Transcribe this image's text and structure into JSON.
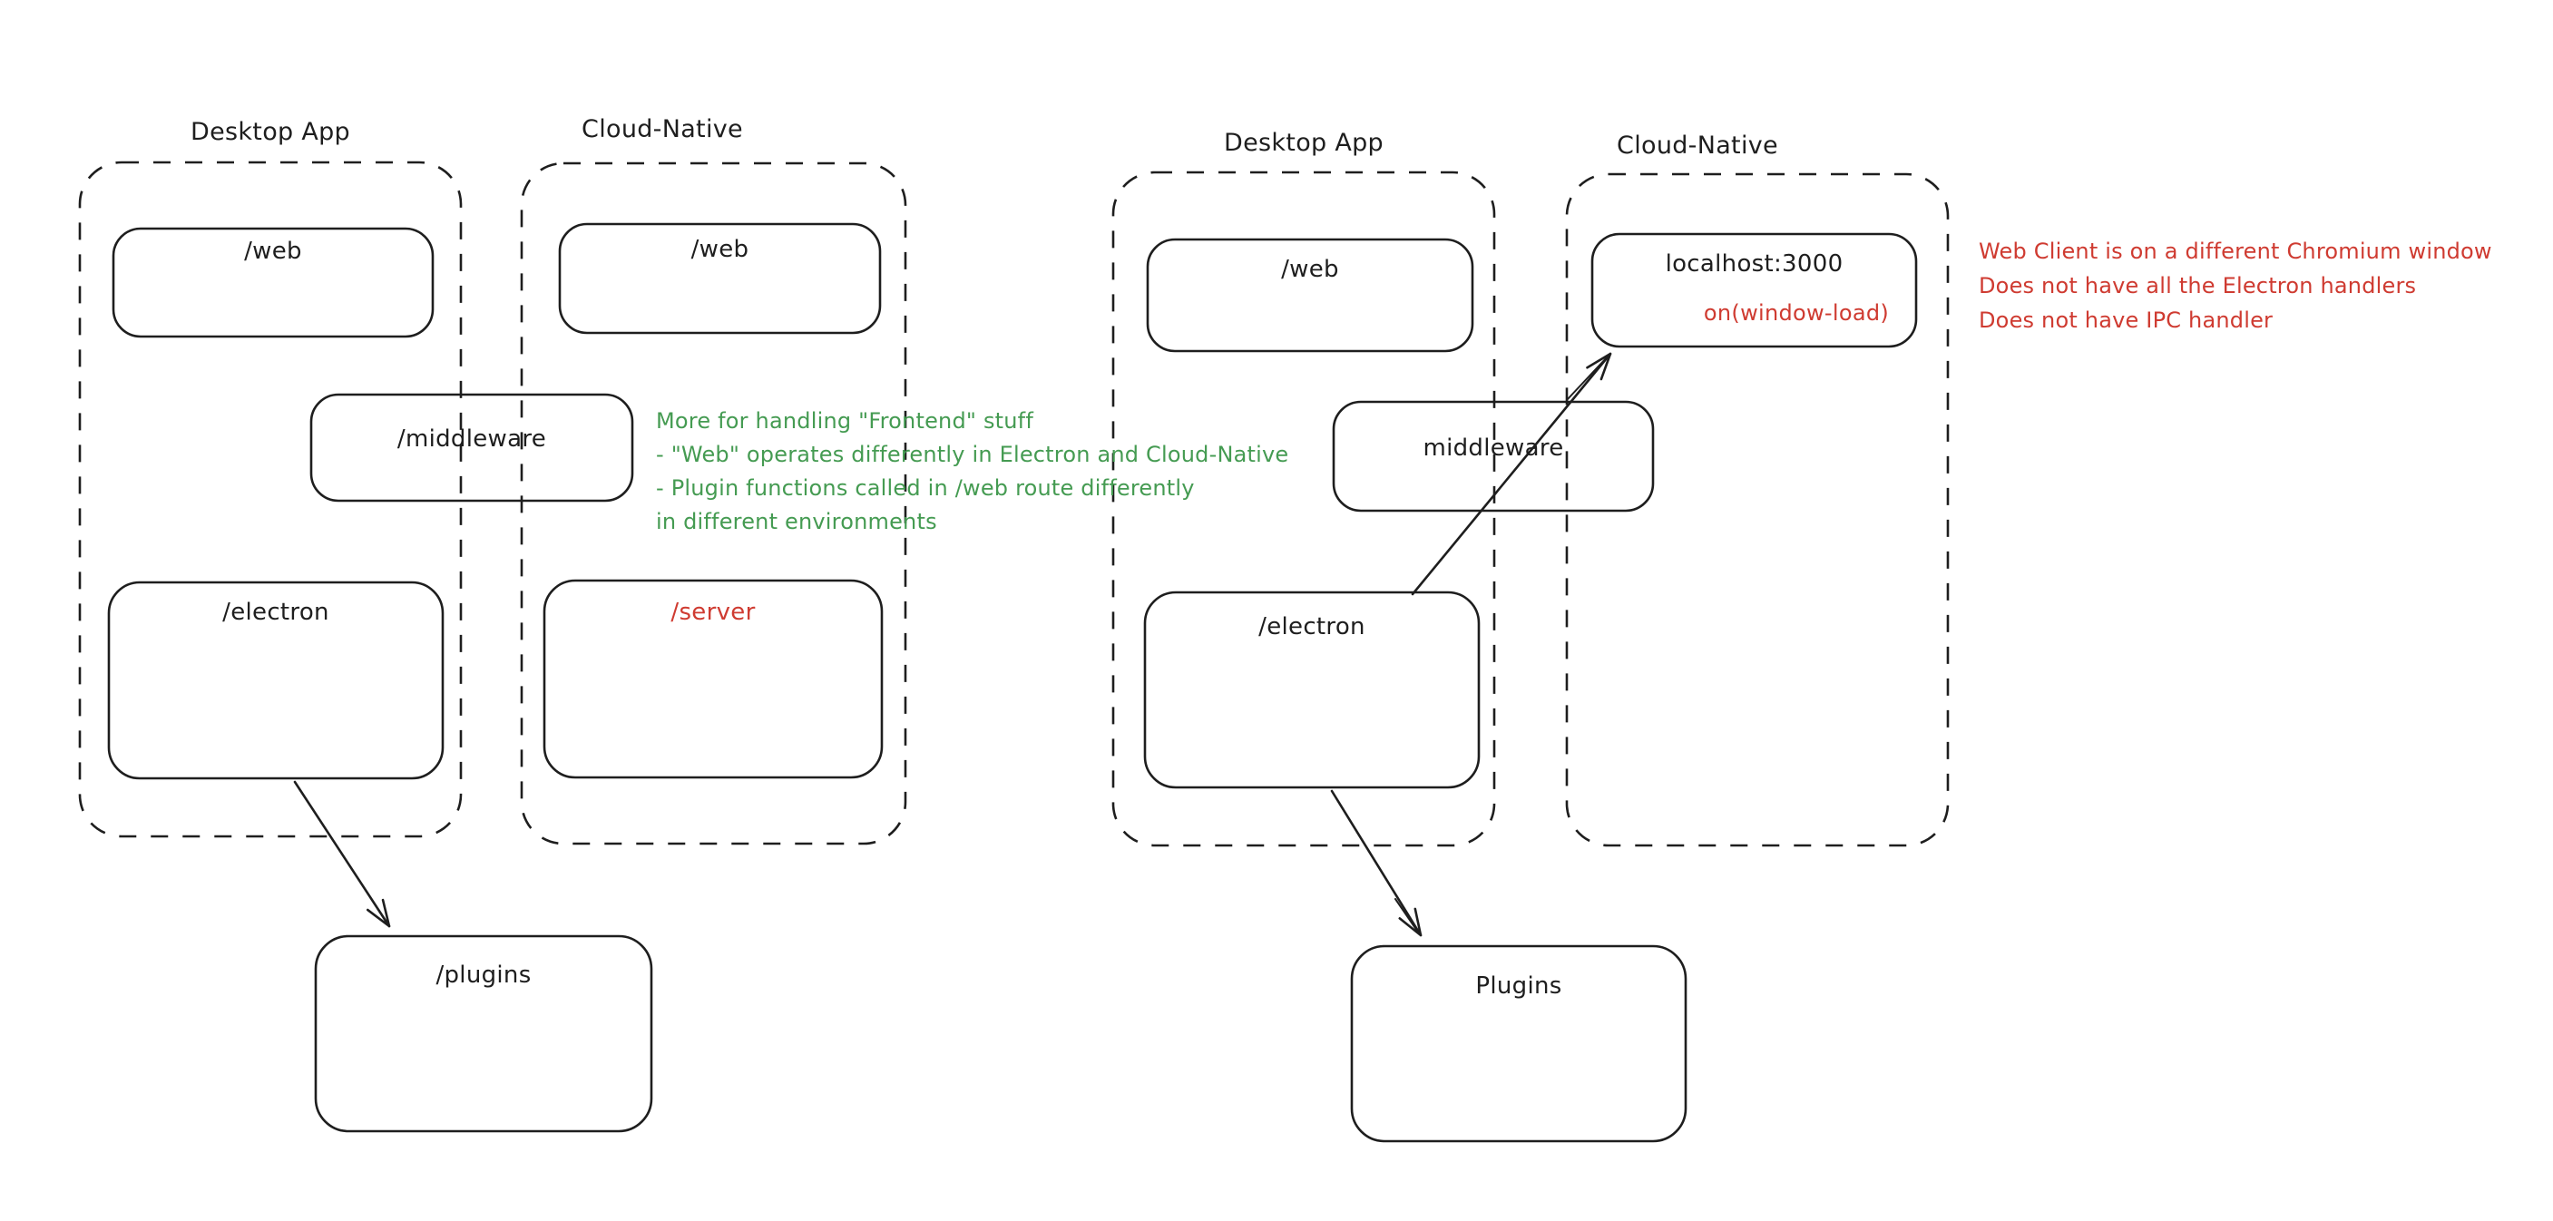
{
  "canvas": {
    "background_color": "#ffffff",
    "stroke_color": "#1e1e1e",
    "green_color": "#459b52",
    "red_color": "#cf3b31"
  },
  "left_diagram": {
    "desktop_container_label": "Desktop App",
    "cloud_container_label": "Cloud-Native",
    "desktop_web_box_label": "/web",
    "cloud_web_box_label": "/web",
    "middleware_box_label": "/middleware",
    "electron_box_label": "/electron",
    "server_box_label": "/server",
    "plugins_box_label": "/plugins",
    "green_note_lines": [
      "More for handling \"Frontend\" stuff",
      "- \"Web\" operates differently in Electron and Cloud-Native",
      "- Plugin functions called in /web route differently",
      "in different environments"
    ]
  },
  "right_diagram": {
    "desktop_container_label": "Desktop App",
    "cloud_container_label": "Cloud-Native",
    "desktop_web_box_label": "/web",
    "localhost_box_label": "localhost:3000",
    "localhost_box_sub_label": "on(window-load)",
    "middleware_box_label": "middleware",
    "electron_box_label": "/electron",
    "plugins_box_label": "Plugins",
    "red_note_lines": [
      "Web Client is on a different Chromium window",
      "Does not have all the Electron handlers",
      "Does not have IPC handler"
    ]
  }
}
